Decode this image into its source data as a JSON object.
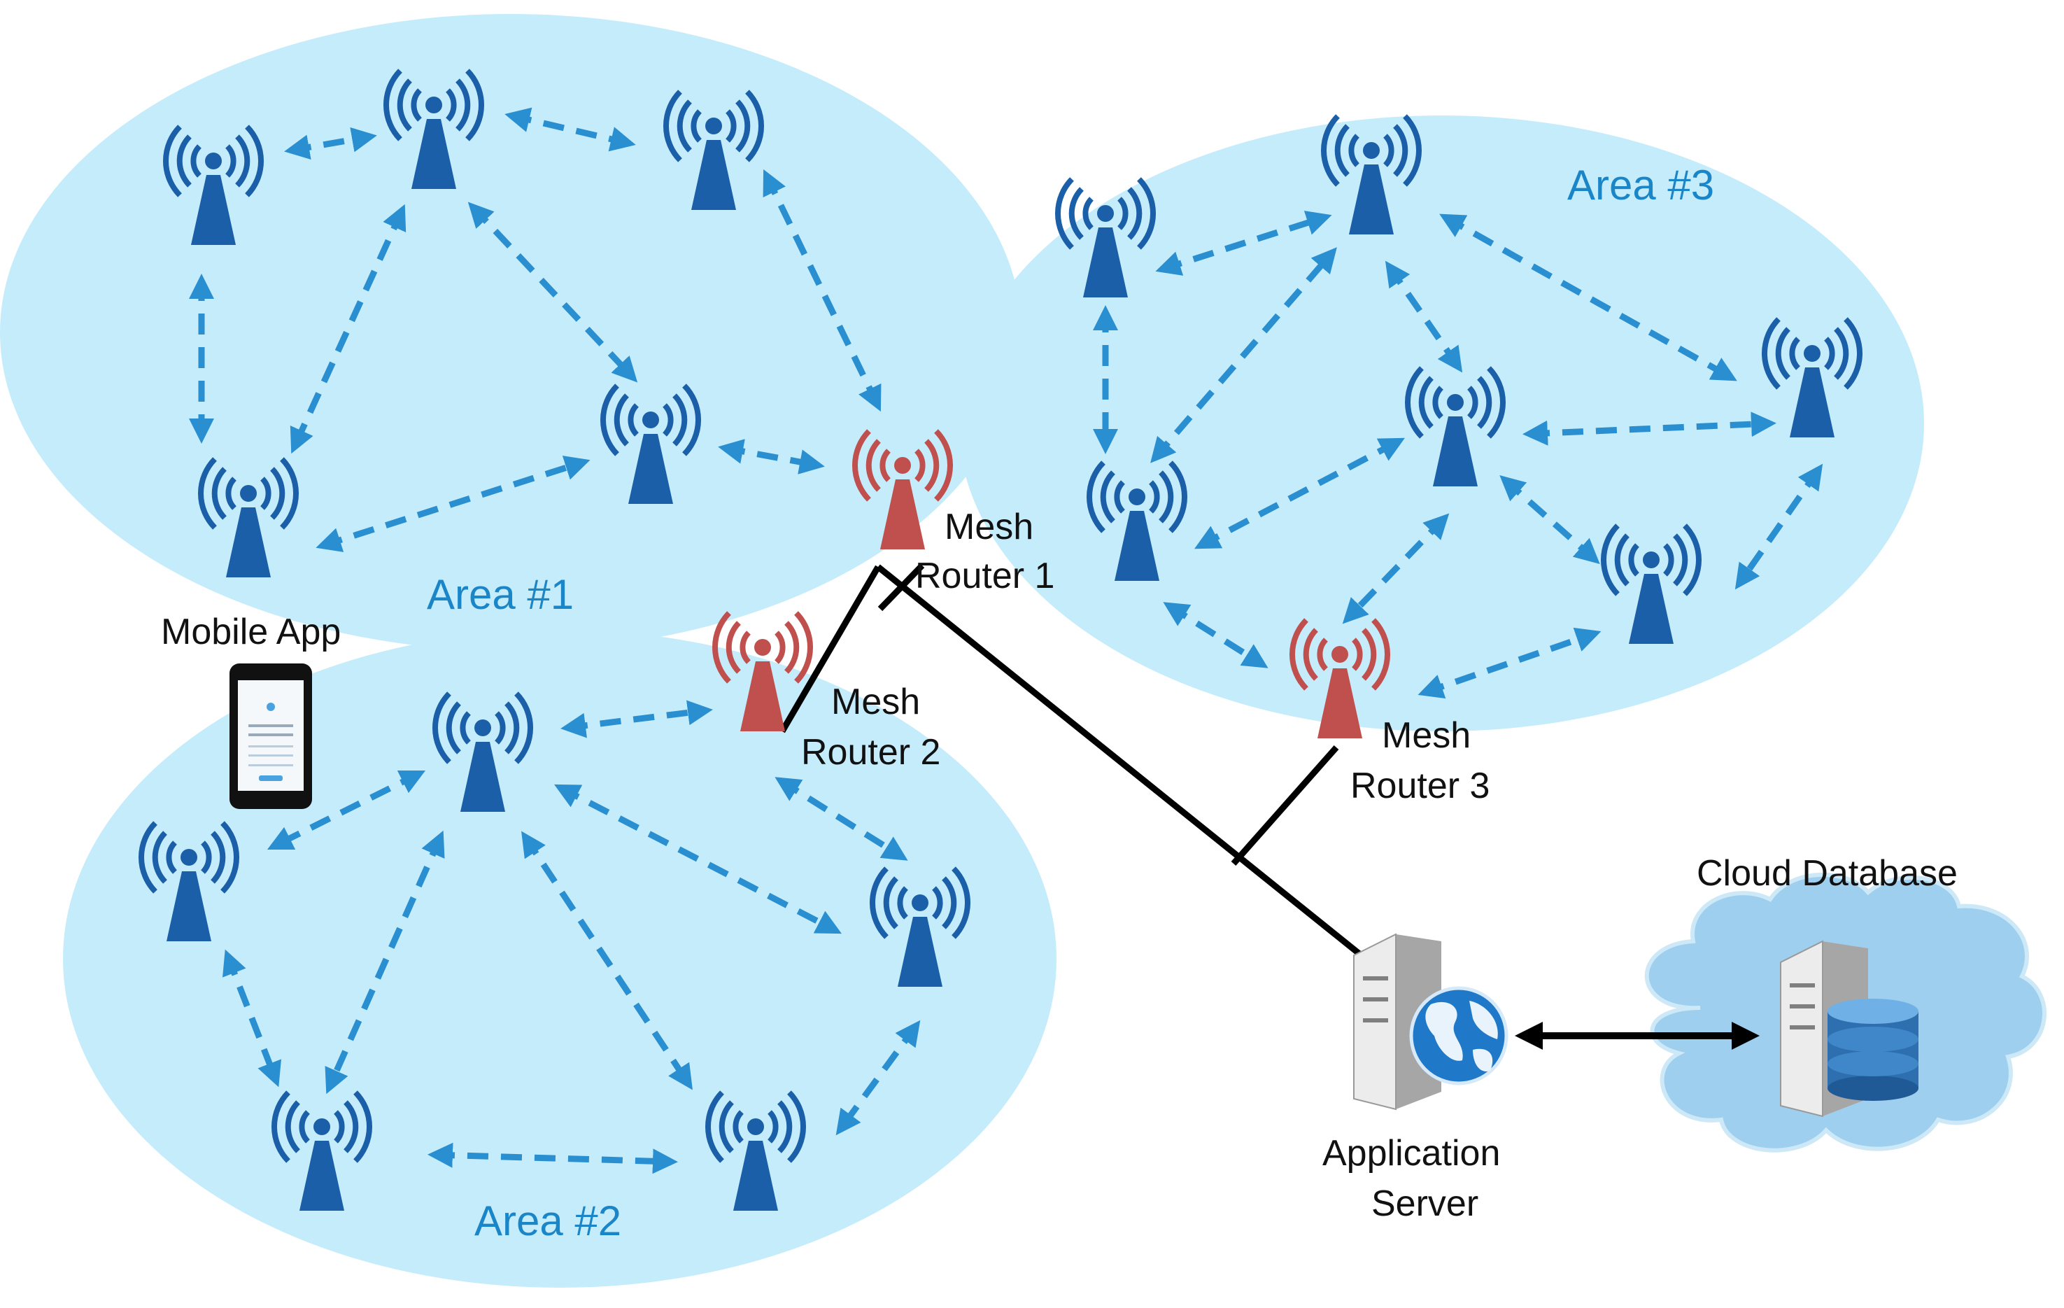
{
  "areas": [
    {
      "id": "area-1",
      "label": "Area #1"
    },
    {
      "id": "area-2",
      "label": "Area #2"
    },
    {
      "id": "area-3",
      "label": "Area #3"
    }
  ],
  "routers": [
    {
      "id": "mesh-router-1",
      "line1": "Mesh",
      "line2": "Router 1"
    },
    {
      "id": "mesh-router-2",
      "line1": "Mesh",
      "line2": "Router 2"
    },
    {
      "id": "mesh-router-3",
      "line1": "Mesh",
      "line2": "Router 3"
    }
  ],
  "mobile_app": {
    "label": "Mobile App"
  },
  "application_server": {
    "line1": "Application",
    "line2": "Server"
  },
  "cloud_database": {
    "label": "Cloud Database"
  },
  "colors": {
    "area_fill": "#c5ecfb",
    "node_blue": "#1a5fa8",
    "router_red": "#c0504d",
    "arrow_blue": "#2a8fd0",
    "cloud_fill": "#9fcfee",
    "wire_black": "#000000"
  },
  "icons": {
    "node": "wireless-node-icon",
    "router": "wireless-router-icon",
    "phone": "smartphone-icon",
    "server": "server-globe-icon",
    "database": "database-icon",
    "cloud": "cloud-icon"
  }
}
